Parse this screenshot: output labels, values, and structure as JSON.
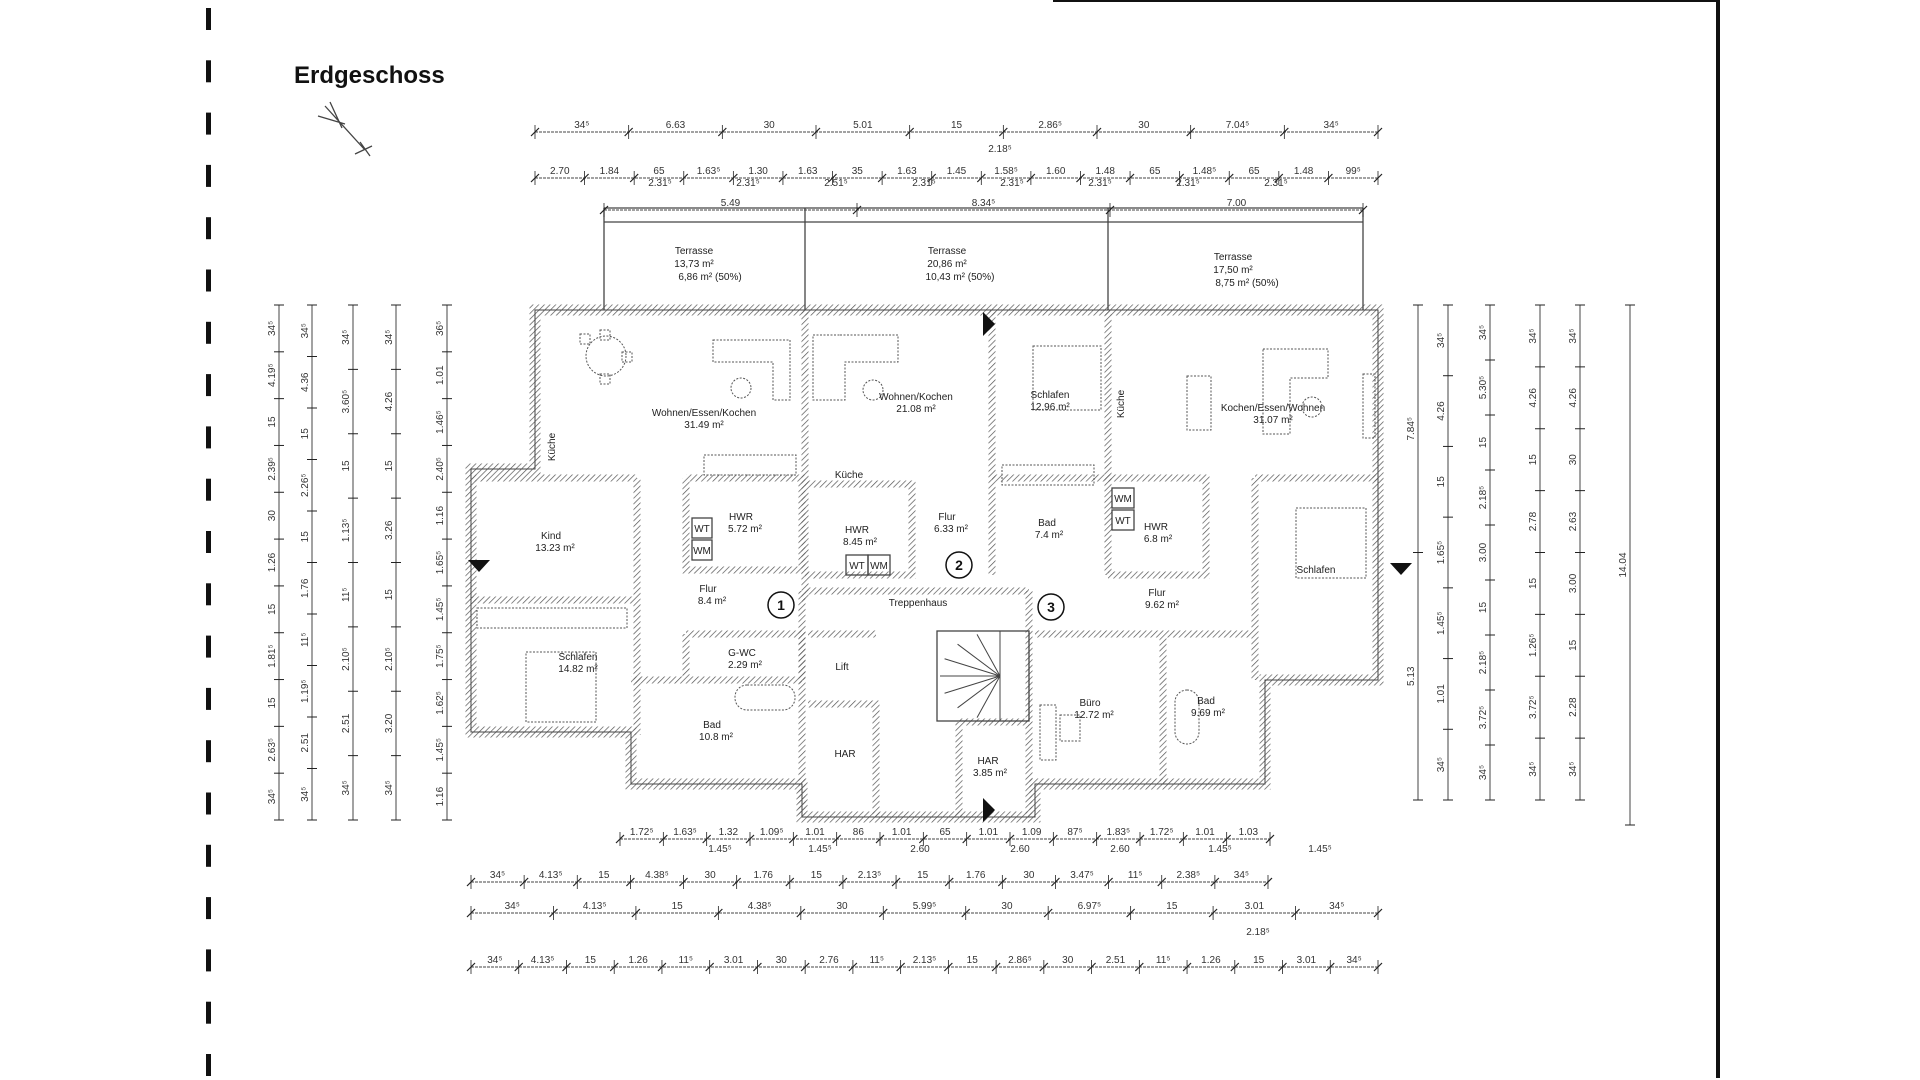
{
  "title": "Erdgeschoss",
  "rooms": {
    "wohnen_essen_kochen": {
      "name": "Wohnen/Essen/Kochen",
      "area": "31.49 m²"
    },
    "wohnen_kochen": {
      "name": "Wohnen/Kochen",
      "area": "21.08 m²"
    },
    "schlafen_top": {
      "name": "Schlafen",
      "area": "12.96 m²"
    },
    "kochen_essen_wohnen": {
      "name": "Kochen/Essen/Wohnen",
      "area": "31.07 m²"
    },
    "kind": {
      "name": "Kind",
      "area": "13.23 m²"
    },
    "hwr1": {
      "name": "HWR",
      "area": "5.72 m²"
    },
    "hwr2": {
      "name": "HWR",
      "area": "8.45 m²"
    },
    "flur2": {
      "name": "Flur",
      "area": "6.33 m²"
    },
    "bad_top": {
      "name": "Bad",
      "area": "7.4 m²"
    },
    "hwr3": {
      "name": "HWR",
      "area": "6.8 m²"
    },
    "schlafen_right": {
      "name": "Schlafen"
    },
    "flur1": {
      "name": "Flur",
      "area": "8.4 m²"
    },
    "treppenhaus": {
      "name": "Treppenhaus"
    },
    "flur3": {
      "name": "Flur",
      "area": "9.62 m²"
    },
    "gwc": {
      "name": "G-WC",
      "area": "2.29 m²"
    },
    "lift": {
      "name": "Lift"
    },
    "schlafen_left": {
      "name": "Schlafen",
      "area": "14.82 m²"
    },
    "bad_left": {
      "name": "Bad",
      "area": "10.8 m²"
    },
    "har1": {
      "name": "HAR"
    },
    "har2": {
      "name": "HAR",
      "area": "3.85 m²"
    },
    "buero": {
      "name": "Büro",
      "area": "12.72 m²"
    },
    "bad_right": {
      "name": "Bad",
      "area": "9.69 m²"
    },
    "kueche1": "Küche",
    "kueche2": "Küche",
    "kueche3": "Küche"
  },
  "terraces": [
    {
      "name": "Terrasse",
      "area": "13,73 m²",
      "share": "6,86 m² (50%)"
    },
    {
      "name": "Terrasse",
      "area": "20,86 m²",
      "share": "10,43 m² (50%)"
    },
    {
      "name": "Terrasse",
      "area": "17,50 m²",
      "share": "8,75 m² (50%)"
    }
  ],
  "apartment_numbers": [
    "1",
    "2",
    "3"
  ],
  "appliances": {
    "wt": "WT",
    "wm": "WM"
  },
  "dimensions": {
    "top": [
      [
        "34⁵",
        "6.63",
        "30",
        "5.01",
        "15",
        "2.86⁵",
        "30",
        "7.04⁵",
        "34⁵"
      ],
      [
        "2.70",
        "1.84",
        "65",
        "1.63⁵",
        "1.30",
        "1.63",
        "35",
        "1.63",
        "1.45",
        "1.58⁵",
        "1.60",
        "1.48",
        "65",
        "1.48⁵",
        "65",
        "1.48",
        "99⁵"
      ],
      [
        "5.49",
        "8.34⁵",
        "7.00"
      ]
    ],
    "top_sub": [
      "2.18⁵",
      "2.31⁵",
      "2.31⁵",
      "2.51⁵",
      "2.31⁵",
      "2.31⁵",
      "2.31⁵",
      "2.31⁵",
      "2.31⁵"
    ],
    "bottom": [
      [
        "1.72⁵",
        "1.63⁵",
        "1.32",
        "1.09⁵",
        "1.01",
        "86",
        "1.01",
        "65",
        "1.01",
        "1.09",
        "87⁵",
        "1.83⁵",
        "1.72⁵",
        "1.01",
        "1.03"
      ],
      [
        "34⁵",
        "4.13⁵",
        "15",
        "4.38⁵",
        "30",
        "1.76",
        "15",
        "2.13⁵",
        "15",
        "1.76",
        "30",
        "3.47⁵",
        "11⁵",
        "2.38⁵",
        "34⁵"
      ],
      [
        "34⁵",
        "4.13⁵",
        "15",
        "4.38⁵",
        "30",
        "5.99⁵",
        "30",
        "6.97⁵",
        "15",
        "3.01",
        "34⁵"
      ],
      [
        "34⁵",
        "4.13⁵",
        "15",
        "1.26",
        "11⁵",
        "3.01",
        "30",
        "2.76",
        "11⁵",
        "2.13⁵",
        "15",
        "2.86⁵",
        "30",
        "2.51",
        "11⁵",
        "1.26",
        "15",
        "3.01",
        "34⁵"
      ]
    ],
    "bottom_sub": [
      "1.45⁵",
      "1.45⁵",
      "2.60",
      "2.60",
      "2.60",
      "1.45⁵",
      "1.45⁵",
      "2.18⁵"
    ],
    "left": [
      [
        "34⁵",
        "4.19⁵",
        "15",
        "2.39⁵",
        "30",
        "1.26",
        "15",
        "1.81⁵",
        "15",
        "2.63⁵",
        "34⁵"
      ],
      [
        "34⁵",
        "4.36",
        "15",
        "2.26⁵",
        "15",
        "1.76",
        "11⁵",
        "1.19⁵",
        "2.51",
        "34⁵"
      ],
      [
        "34⁵",
        "3.60⁵",
        "15",
        "1.13⁵",
        "11⁵",
        "2.10⁵",
        "2.51",
        "34⁵"
      ],
      [
        "34⁵",
        "4.26",
        "15",
        "3.26",
        "15",
        "2.10⁵",
        "3.20",
        "34⁵"
      ],
      [
        "36⁵",
        "1.01",
        "1.46⁵",
        "2.40⁵",
        "1.16",
        "1.65⁵",
        "1.45⁵",
        "1.75⁵",
        "1.62⁵",
        "1.45⁵",
        "1.16"
      ]
    ],
    "right": [
      [
        "7.84⁵",
        "5.13"
      ],
      [
        "34⁵",
        "4.26",
        "15",
        "1.65⁵",
        "1.45⁵",
        "1.01",
        "34⁵"
      ],
      [
        "34⁵",
        "5.30⁵",
        "15",
        "2.18⁵",
        "3.00",
        "15",
        "2.18⁵",
        "3.72⁵",
        "34⁵"
      ],
      [
        "34⁵",
        "4.26",
        "15",
        "2.78",
        "15",
        "1.26⁵",
        "3.72⁵",
        "34⁵"
      ],
      [
        "34⁵",
        "4.26",
        "30",
        "2.63",
        "3.00",
        "15",
        "2.28",
        "34⁵"
      ],
      [
        "14.04"
      ]
    ]
  }
}
